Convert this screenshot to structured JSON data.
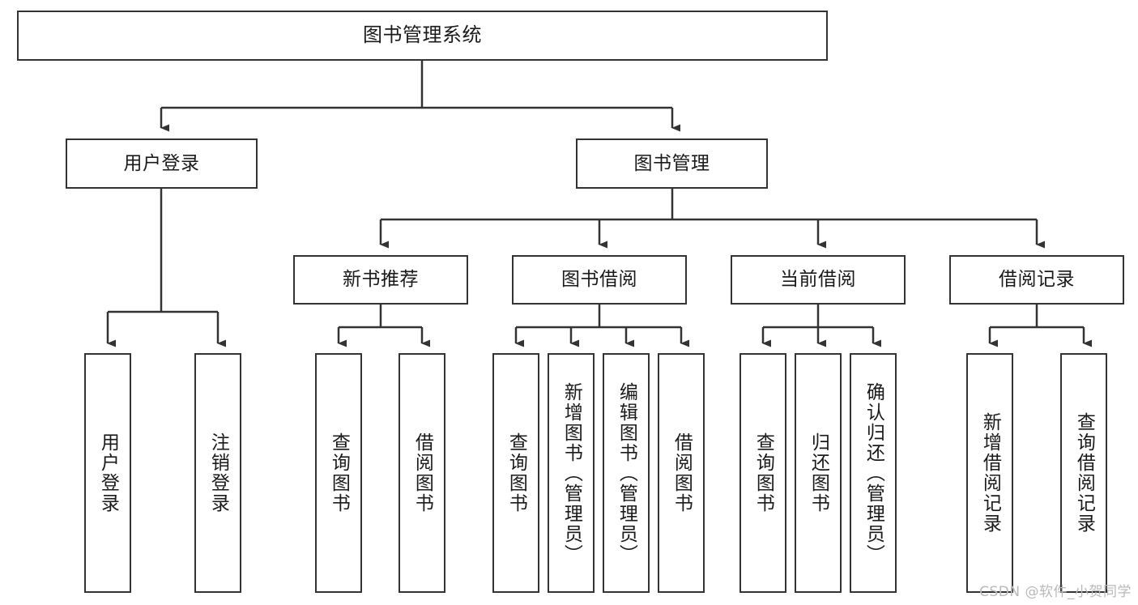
{
  "diagram": {
    "type": "tree",
    "title": "图书管理系统",
    "orientation": "top-down",
    "colors": {
      "node_border": "#333333",
      "node_fill": "#ffffff",
      "edge": "#333333",
      "text": "#1a1a1a",
      "watermark": "#b9b9b9",
      "background": "#ffffff"
    },
    "levels": 4,
    "nodes": {
      "root": {
        "label": "图书管理系统",
        "orientation": "horizontal"
      },
      "level2": [
        {
          "id": "user-login",
          "label": "用户登录",
          "orientation": "horizontal"
        },
        {
          "id": "book-manage",
          "label": "图书管理",
          "orientation": "horizontal"
        }
      ],
      "level3": [
        {
          "id": "new-book-recommend",
          "label": "新书推荐",
          "orientation": "horizontal",
          "parent": "book-manage"
        },
        {
          "id": "book-borrow",
          "label": "图书借阅",
          "orientation": "horizontal",
          "parent": "book-manage"
        },
        {
          "id": "current-borrow",
          "label": "当前借阅",
          "orientation": "horizontal",
          "parent": "book-manage"
        },
        {
          "id": "borrow-record",
          "label": "借阅记录",
          "orientation": "horizontal",
          "parent": "book-manage"
        }
      ],
      "leaves": [
        {
          "id": "leaf-user-login",
          "label": "用户登录",
          "orientation": "vertical",
          "parent": "user-login"
        },
        {
          "id": "leaf-logout",
          "label": "注销登录",
          "orientation": "vertical",
          "parent": "user-login"
        },
        {
          "id": "leaf-query-book-1",
          "label": "查询图书",
          "orientation": "vertical",
          "parent": "new-book-recommend"
        },
        {
          "id": "leaf-borrow-book-1",
          "label": "借阅图书",
          "orientation": "vertical",
          "parent": "new-book-recommend"
        },
        {
          "id": "leaf-query-book-2",
          "label": "查询图书",
          "orientation": "vertical",
          "parent": "book-borrow"
        },
        {
          "id": "leaf-add-book",
          "label": "新增图书（管理员）",
          "orientation": "vertical",
          "parent": "book-borrow"
        },
        {
          "id": "leaf-edit-book",
          "label": "编辑图书（管理员）",
          "orientation": "vertical",
          "parent": "book-borrow"
        },
        {
          "id": "leaf-borrow-book-2",
          "label": "借阅图书",
          "orientation": "vertical",
          "parent": "book-borrow"
        },
        {
          "id": "leaf-query-book-3",
          "label": "查询图书",
          "orientation": "vertical",
          "parent": "current-borrow"
        },
        {
          "id": "leaf-return-book",
          "label": "归还图书",
          "orientation": "vertical",
          "parent": "current-borrow"
        },
        {
          "id": "leaf-confirm-return",
          "label": "确认归还（管理员）",
          "orientation": "vertical",
          "parent": "current-borrow"
        },
        {
          "id": "leaf-add-record",
          "label": "新增借阅记录",
          "orientation": "vertical",
          "parent": "borrow-record"
        },
        {
          "id": "leaf-query-record",
          "label": "查询借阅记录",
          "orientation": "vertical",
          "parent": "borrow-record"
        }
      ]
    }
  },
  "watermark": {
    "text": "CSDN @软件_小贺同学"
  }
}
